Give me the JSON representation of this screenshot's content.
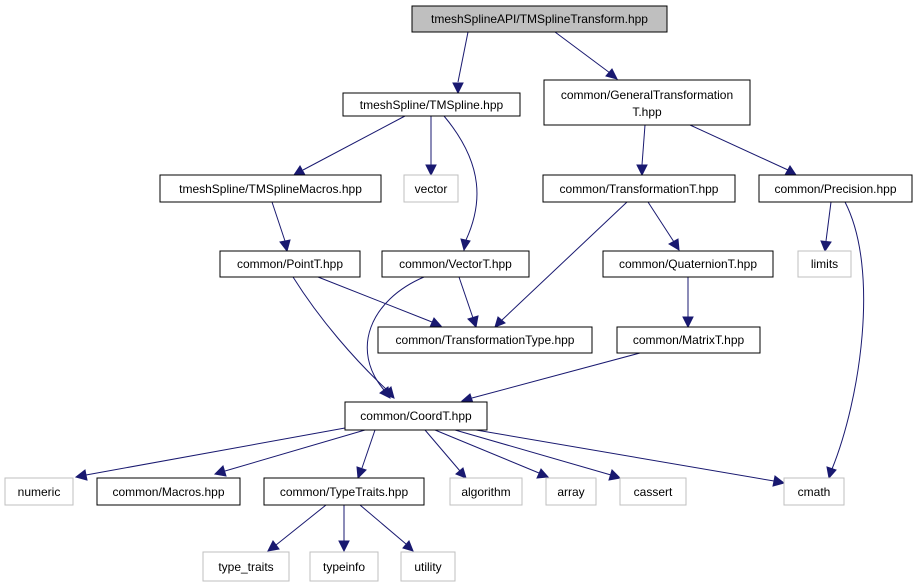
{
  "colors": {
    "edge": "#191970",
    "root_fill": "#bfbfbf",
    "node_border": "#000000",
    "external_border": "#bfbfbf",
    "background": "#ffffff"
  },
  "nodes": {
    "root": {
      "label": "tmeshSplineAPI/TMSplineTransform.hpp"
    },
    "tmspline": {
      "label": "tmeshSpline/TMSpline.hpp"
    },
    "generaltransform": {
      "label": "common/GeneralTransformation",
      "label2": "T.hpp"
    },
    "macrosspline": {
      "label": "tmeshSpline/TMSplineMacros.hpp"
    },
    "vector": {
      "label": "vector"
    },
    "transformationt": {
      "label": "common/TransformationT.hpp"
    },
    "precision": {
      "label": "common/Precision.hpp"
    },
    "pointt": {
      "label": "common/PointT.hpp"
    },
    "vectort": {
      "label": "common/VectorT.hpp"
    },
    "quaternion": {
      "label": "common/QuaternionT.hpp"
    },
    "limits": {
      "label": "limits"
    },
    "transftype": {
      "label": "common/TransformationType.hpp"
    },
    "matrixt": {
      "label": "common/MatrixT.hpp"
    },
    "coordt": {
      "label": "common/CoordT.hpp"
    },
    "numeric": {
      "label": "numeric"
    },
    "macros": {
      "label": "common/Macros.hpp"
    },
    "typetraits": {
      "label": "common/TypeTraits.hpp"
    },
    "algorithm": {
      "label": "algorithm"
    },
    "array": {
      "label": "array"
    },
    "cassert": {
      "label": "cassert"
    },
    "cmath": {
      "label": "cmath"
    },
    "type_traits": {
      "label": "type_traits"
    },
    "typeinfo": {
      "label": "typeinfo"
    },
    "utility": {
      "label": "utility"
    }
  }
}
